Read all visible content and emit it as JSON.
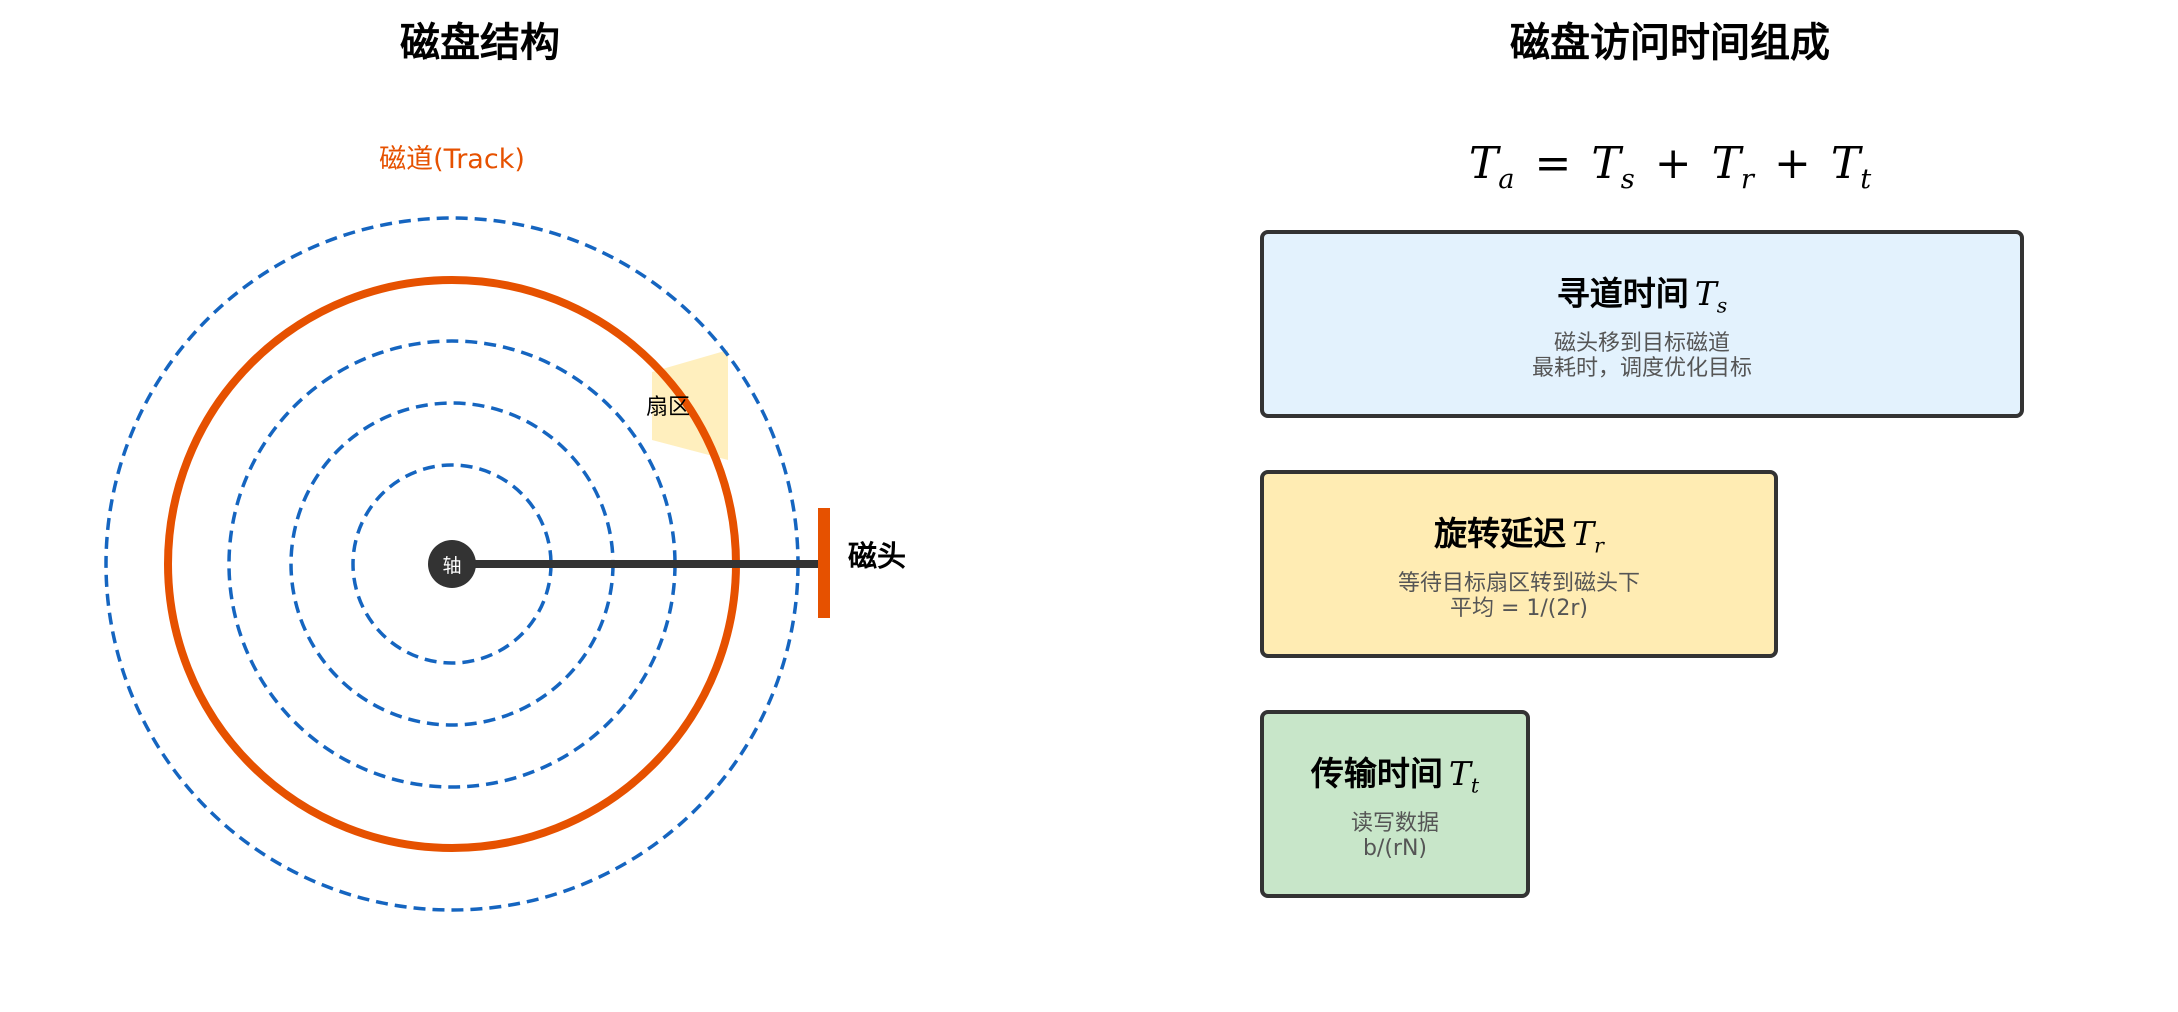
{
  "left_panel": {
    "title": "磁盘结构",
    "track_label": "磁道(Track)",
    "sector_label": "扇区",
    "spindle_label": "轴",
    "head_label": "磁头"
  },
  "right_panel": {
    "title": "磁盘访问时间组成",
    "formula": {
      "lhs_symbol": "T",
      "lhs_sub": "a",
      "equals": "=",
      "plus": "+",
      "terms": [
        {
          "symbol": "T",
          "sub": "s"
        },
        {
          "symbol": "T",
          "sub": "r"
        },
        {
          "symbol": "T",
          "sub": "t"
        }
      ]
    },
    "components": [
      {
        "title": "寻道时间",
        "symbol": "T",
        "sub": "s",
        "line1": "磁头移到目标磁道",
        "line2": "最耗时，调度优化目标"
      },
      {
        "title": "旋转延迟",
        "symbol": "T",
        "sub": "r",
        "line1": "等待目标扇区转到磁头下",
        "line2": "平均 = 1/(2r)"
      },
      {
        "title": "传输时间",
        "symbol": "T",
        "sub": "t",
        "line1": "读写数据",
        "line2": "b/(rN)"
      }
    ]
  },
  "colors": {
    "track_dashed": "#1565c0",
    "track_highlight": "#e65100",
    "arm": "#333333",
    "sector_fill": "#ffecb3",
    "seek_box": "#e3f2fd",
    "rotation_box": "#ffecb3",
    "transfer_box": "#c8e6c9",
    "box_border": "#333333",
    "desc_text": "#555555"
  }
}
